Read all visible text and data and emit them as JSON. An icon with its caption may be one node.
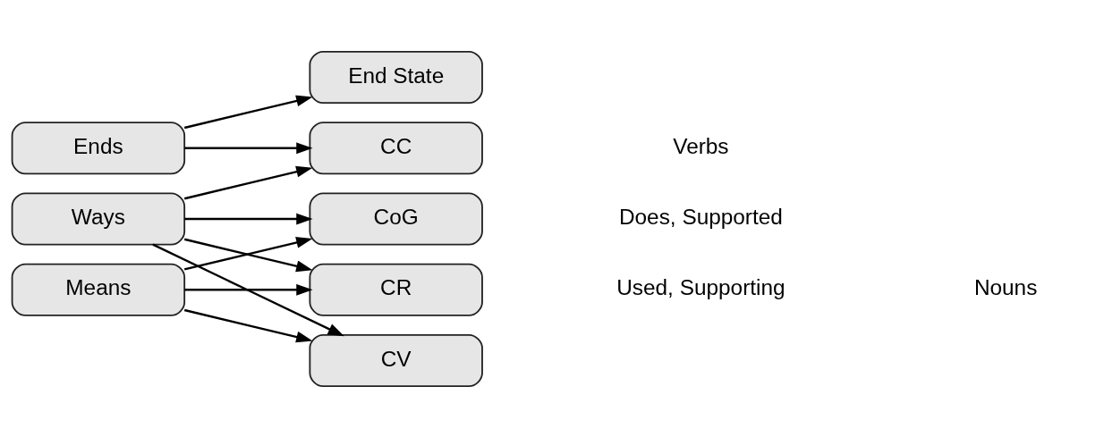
{
  "diagram": {
    "nodes": [
      {
        "text": [
          "Ends"
        ]
      },
      {
        "text": [
          "Ways"
        ]
      },
      {
        "text": [
          "Means"
        ]
      },
      {
        "text": [
          "End State"
        ]
      },
      {
        "text": [
          "CC"
        ]
      },
      {
        "text": [
          "CoG"
        ]
      },
      {
        "text": [
          "CR"
        ]
      },
      {
        "text": [
          "CV"
        ]
      }
    ],
    "edges": [
      {
        "from": 0,
        "to": 3,
        "arrow": "to"
      },
      {
        "from": 0,
        "to": 4,
        "arrow": "to"
      },
      {
        "from": 1,
        "to": 4,
        "arrow": "to"
      },
      {
        "from": 1,
        "to": 5,
        "arrow": "to"
      },
      {
        "from": 1,
        "to": 6,
        "arrow": "to"
      },
      {
        "from": 1,
        "to": 7,
        "arrow": "to"
      },
      {
        "from": 2,
        "to": 5,
        "arrow": "to"
      },
      {
        "from": 2,
        "to": 6,
        "arrow": "to"
      },
      {
        "from": 2,
        "to": 7,
        "arrow": "to"
      }
    ],
    "labels": [
      "Verbs",
      "Does, Supported",
      "Used, Supporting",
      "Nouns"
    ]
  }
}
